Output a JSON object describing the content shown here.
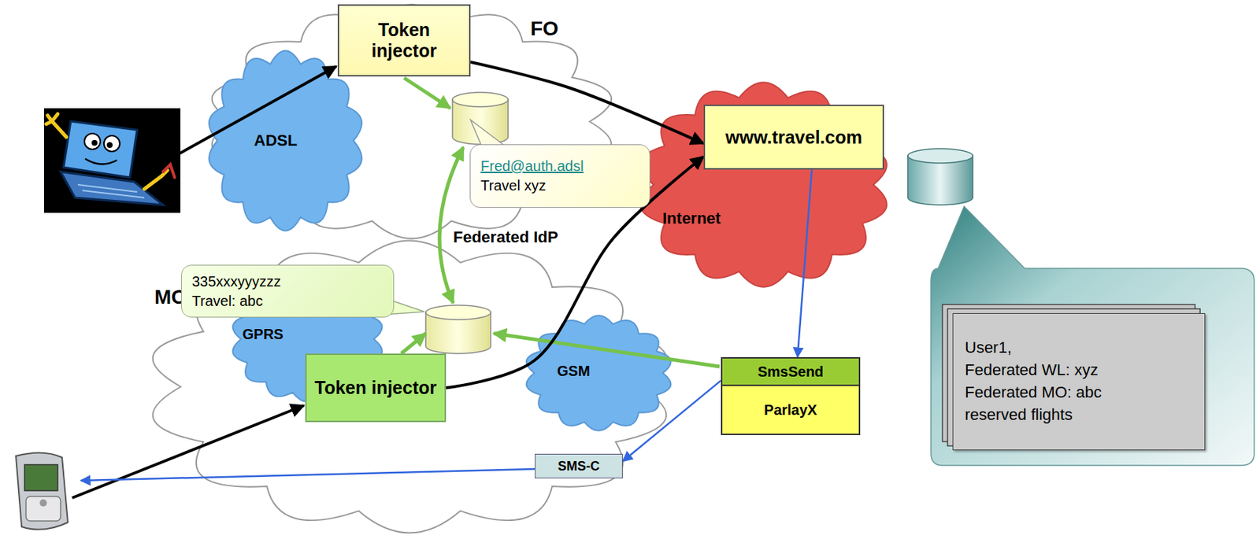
{
  "diagram": {
    "nodes": [
      {
        "text": [
          "FO"
        ]
      },
      {
        "text": [
          "ADSL"
        ],
        "in": 0
      },
      {
        "text": [
          "Token injector"
        ],
        "in": 0
      },
      {
        "text": [
          "Fred@auth.adsl",
          "Travel xyz"
        ]
      },
      {
        "text": [
          "Internet"
        ]
      },
      {
        "text": [
          "www.travel.com"
        ],
        "in": 4
      },
      {
        "text": [
          "User1,",
          "Federated WL: xyz",
          "Federated MO: abc",
          "reserved flights"
        ]
      },
      {
        "text": [
          "MO"
        ]
      },
      {
        "text": [
          "335xxxyyyzzz",
          "Travel: abc"
        ]
      },
      {
        "text": [
          "GPRS"
        ],
        "in": 7
      },
      {
        "text": [
          "Token injector"
        ],
        "in": 7
      },
      {
        "text": [
          "GSM"
        ],
        "in": 7
      },
      {
        "text": [
          "SMS-C"
        ],
        "in": 7
      },
      {
        "text": [
          "SmsSend",
          "ParlayX"
        ]
      }
    ],
    "edges": [
      {
        "from": 2,
        "to": 5,
        "arrow": "to"
      },
      {
        "from": 10,
        "to": 5,
        "arrow": "to"
      },
      {
        "from": 5,
        "to": 13,
        "arrow": "to"
      },
      {
        "from": 13,
        "to": 12,
        "arrow": "to"
      }
    ],
    "labels": [
      "Federated IdP"
    ]
  }
}
